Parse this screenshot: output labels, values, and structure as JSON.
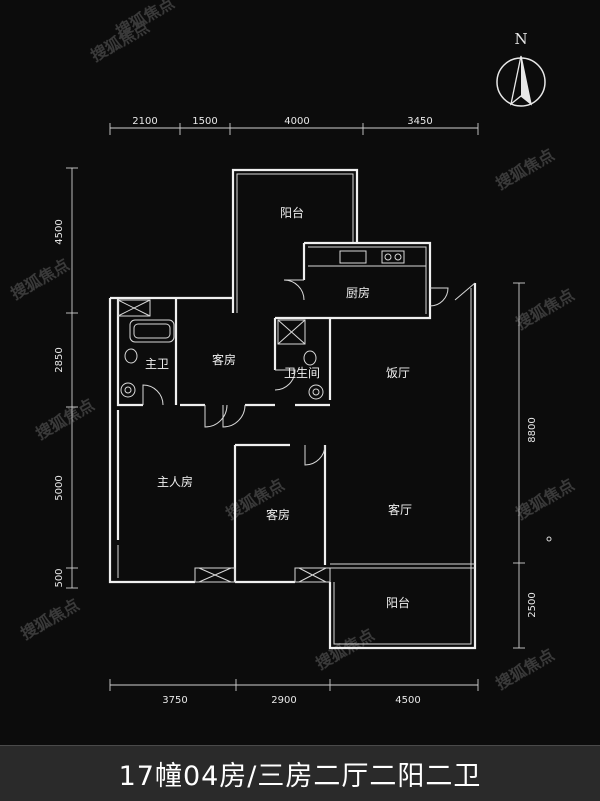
{
  "compass": {
    "label": "N",
    "icon": "north-arrow-icon"
  },
  "dimensions": {
    "top": [
      "2100",
      "1500",
      "4000",
      "3450"
    ],
    "bottom": [
      "3750",
      "2900",
      "4500"
    ],
    "left": [
      "4500",
      "2850",
      "5000",
      "500"
    ],
    "right": [
      "8800",
      "2500"
    ]
  },
  "rooms": {
    "balcony_top": "阳台",
    "kitchen": "厨房",
    "master_bath": "主卫",
    "guest_room_upper": "客房",
    "bathroom": "卫生间",
    "dining_room": "饭厅",
    "master_bedroom": "主人房",
    "guest_room_lower": "客房",
    "living_room": "客厅",
    "balcony_bottom": "阳台"
  },
  "watermark": "搜狐焦点",
  "caption": "17幢04房/三房二厅二阳二卫",
  "colors": {
    "background": "#0c0c0c",
    "lines": "#f0f0f0",
    "caption_band": "#2a2a2a"
  }
}
